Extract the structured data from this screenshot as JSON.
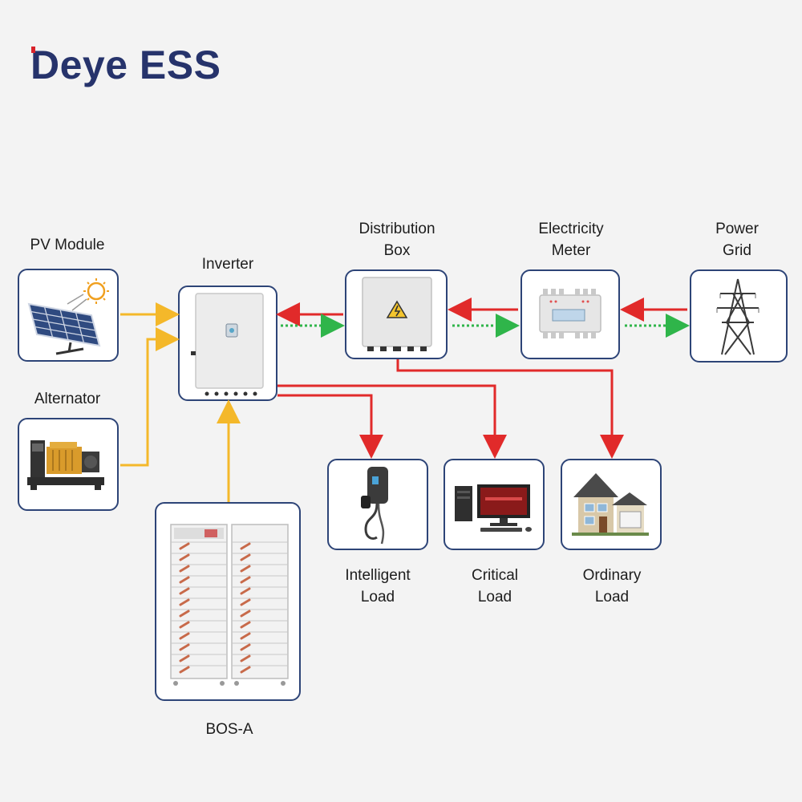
{
  "brand": {
    "logo_text": "Deye ESS"
  },
  "nodes": {
    "pv_module": {
      "label": "PV Module"
    },
    "alternator": {
      "label": "Alternator"
    },
    "inverter": {
      "label": "Inverter"
    },
    "distribution_box": {
      "label": "Distribution\nBox"
    },
    "electricity_meter": {
      "label": "Electricity\nMeter"
    },
    "power_grid": {
      "label": "Power\nGrid"
    },
    "intelligent_load": {
      "label": "Intelligent\nLoad"
    },
    "critical_load": {
      "label": "Critical\nLoad"
    },
    "ordinary_load": {
      "label": "Ordinary\nLoad"
    },
    "battery": {
      "label": "BOS-A"
    }
  },
  "colors": {
    "dc_flow": "#f4b82a",
    "ac_flow": "#e12a2a",
    "feed_in": "#2fb54a",
    "box_border": "#2d4477"
  }
}
